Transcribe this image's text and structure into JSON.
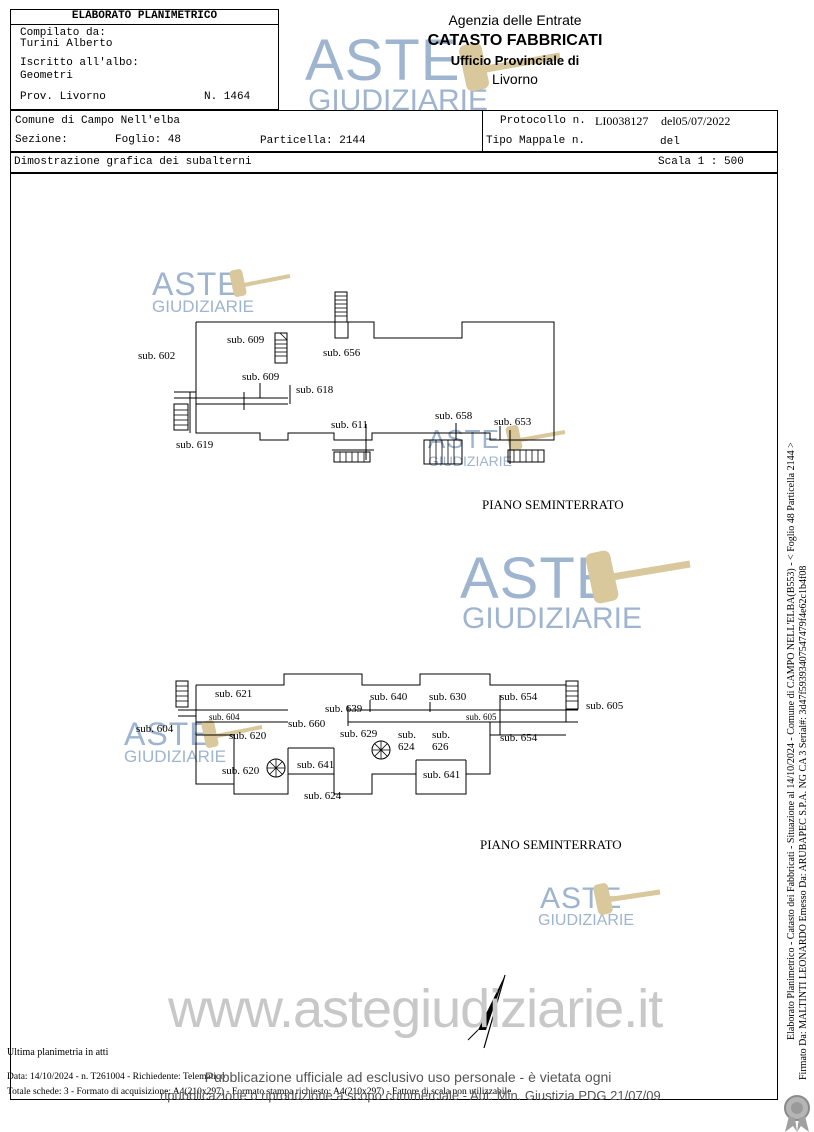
{
  "header": {
    "title": "ELABORATO PLANIMETRICO",
    "compiled_label": "Compilato da:",
    "compiled_name": "Turini Alberto",
    "registered_label": "Iscritto all'albo:",
    "registered_value": "Geometri",
    "province": "Prov. Livorno",
    "number": "N. 1464",
    "agency_line1": "Agenzia delle Entrate",
    "agency_line2": "CATASTO FABBRICATI",
    "agency_line3": "Ufficio Provinciale di",
    "agency_line4": "Livorno",
    "comune": "Comune di Campo Nell'elba",
    "sezione": "Sezione:",
    "foglio": "Foglio: 48",
    "particella": "Particella: 2144",
    "protocollo_label": "Protocollo n.",
    "protocollo_value": "LI0038127",
    "protocollo_date": "del05/07/2022",
    "tipo_mappale": "Tipo Mappale n.",
    "tipo_del": "del",
    "dimostrazione": "Dimostrazione grafica dei subalterni",
    "scala": "Scala 1 : 500"
  },
  "plan1": {
    "label": "PIANO SEMINTERRATO",
    "subs": [
      "sub. 602",
      "sub. 609",
      "sub. 656",
      "sub. 609",
      "sub. 618",
      "sub. 619",
      "sub. 611",
      "sub. 658",
      "sub. 653"
    ]
  },
  "plan2": {
    "label": "PIANO SEMINTERRATO",
    "subs": [
      "sub. 621",
      "sub. 640",
      "sub. 630",
      "sub. 654",
      "sub. 605",
      "sub. 604",
      "sub. 639",
      "sub. 605",
      "sub. 604",
      "sub. 660",
      "sub. 620",
      "sub. 629",
      "sub. 624",
      "sub. 626",
      "sub. 654",
      "sub. 620",
      "sub. 641",
      "sub. 641",
      "sub. 624"
    ]
  },
  "footer": {
    "ultima": "Ultima planimetria in atti",
    "data_line": "Data: 14/10/2024 - n. T261004 - Richiedente: Telematico",
    "totale_line": "Totale schede: 3 - Formato di acquisizione: A4(210x297) - Formato stampa richiesto: A4(210x297) - Fattore di scala non utilizzabile",
    "notice_line1": "Pubblicazione ufficiale ad esclusivo uso personale - è vietata ogni",
    "notice_line2": "ripubblicazione o riproduzione a scopo commerciale - Aut. Min. Giustizia PDG 21/07/09",
    "website": "www.astegiudiziarie.it"
  },
  "side": {
    "line1": "Elaborato Planimetrico - Catasto dei Fabbricati - Situazione al 14/10/2024 - Comune di CAMPO NELL'ELBA(B553) - < Foglio 48 Particella 2144 >",
    "line2": "Firmato Da: MALTINTI LEONARDO Emesso Da: ARUBAPEC S.P.A. NG CA 3 Serial#: 3d47f59393407547479f4e62c1b4f08"
  },
  "watermark": {
    "aste": "ASTE",
    "giudiziarie": "GIUDIZIARIE"
  }
}
